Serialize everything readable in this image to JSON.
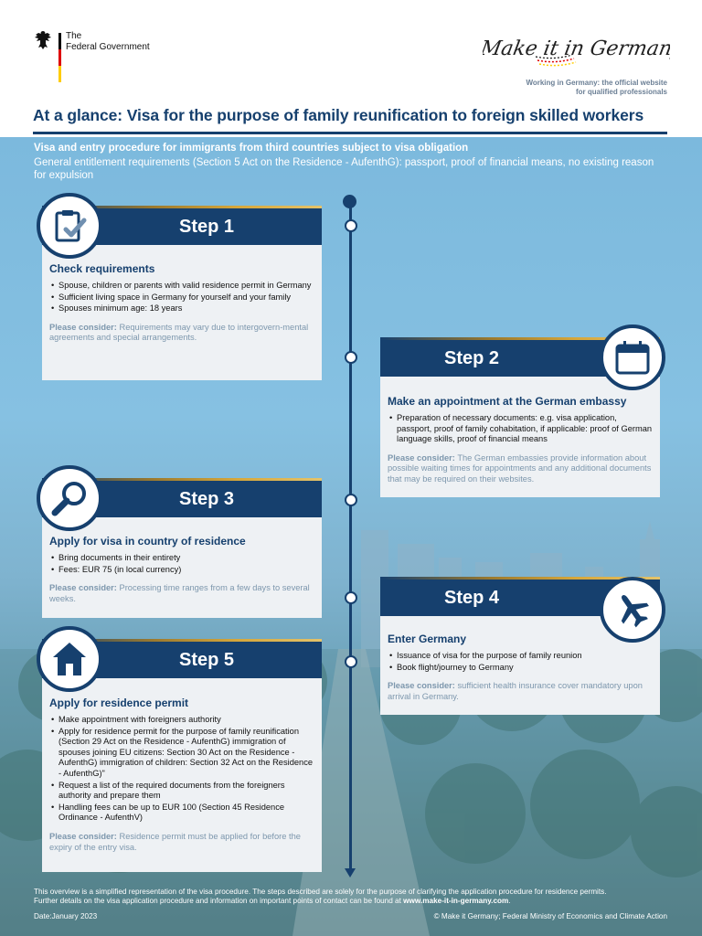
{
  "header": {
    "gov_line1": "The",
    "gov_line2": "Federal Government",
    "logo_text": "Make it in Germany",
    "tagline_line1": "Working in Germany: the official website",
    "tagline_line2": "for qualified professionals"
  },
  "title": "At a glance: Visa for the purpose of family reunification to foreign skilled workers",
  "intro": {
    "heading": "Visa and entry procedure for immigrants from third countries subject to visa obligation",
    "text": "General entitlement requirements (Section 5 Act on the Residence - AufenthG): passport, proof of financial means, no existing reason for expulsion"
  },
  "consider_label": "Please consider:",
  "steps": [
    {
      "label": "Step 1",
      "icon": "clipboard-check-icon",
      "heading": "Check requirements",
      "items": [
        "Spouse, children or parents with valid residence permit in Germany",
        "Sufficient living space in Germany for yourself and your family",
        "Spouses minimum age: 18 years"
      ],
      "consider": "Requirements may vary due to intergovern-mental agreements and special arrangements."
    },
    {
      "label": "Step 2",
      "icon": "calendar-icon",
      "heading": "Make an appointment at the German embassy",
      "items": [
        "Preparation of necessary documents: e.g. visa application, passport, proof of family cohabitation, if applicable: proof of German language skills, proof of financial means"
      ],
      "consider": "The German embassies provide information about possible waiting times for appointments and any additional documents that may be required on their websites."
    },
    {
      "label": "Step 3",
      "icon": "magnifier-icon",
      "heading": "Apply for visa in country of residence",
      "items": [
        "Bring documents in their entirety",
        "Fees: EUR 75 (in local currency)"
      ],
      "consider": "Processing time ranges from a few days to several weeks."
    },
    {
      "label": "Step 4",
      "icon": "airplane-icon",
      "heading": "Enter Germany",
      "items": [
        "Issuance of visa for the purpose of family reunion",
        "Book flight/journey to Germany"
      ],
      "consider": "sufficient health insurance cover mandatory upon arrival in Germany."
    },
    {
      "label": "Step 5",
      "icon": "house-icon",
      "heading": "Apply for residence permit",
      "items": [
        "Make appointment with foreigners authority",
        "Apply for residence permit for the purpose of family reunification (Section 29 Act on the Residence - AufenthG) immigration of spouses joining EU citizens: Section 30 Act on the Residence - AufenthG) immigration of children: Section 32 Act on the Residence - AufenthG)\"",
        "Request a list of the required documents from the foreigners authority and prepare them",
        "Handling fees can be up to EUR 100 (Section 45 Residence Ordinance - AufenthV)"
      ],
      "consider": "Residence permit must be applied for before the expiry of the entry visa."
    }
  ],
  "footer": {
    "line1": "This overview is a simplified representation of the visa procedure. The steps described are solely for the purpose of clarifying the application procedure for residence permits.",
    "line2_prefix": "Further details on the visa application procedure and information on important points of contact can be found at ",
    "line2_link": "www.make-it-in-germany.com",
    "line2_suffix": ".",
    "date": "Date:January 2023",
    "copyright": "© Make it Germany; Federal Ministry of Economics and Climate Action"
  },
  "colors": {
    "navy": "#16406e",
    "sky": "#86c1e2",
    "card": "#eef1f4",
    "consider": "#7d97ad"
  }
}
